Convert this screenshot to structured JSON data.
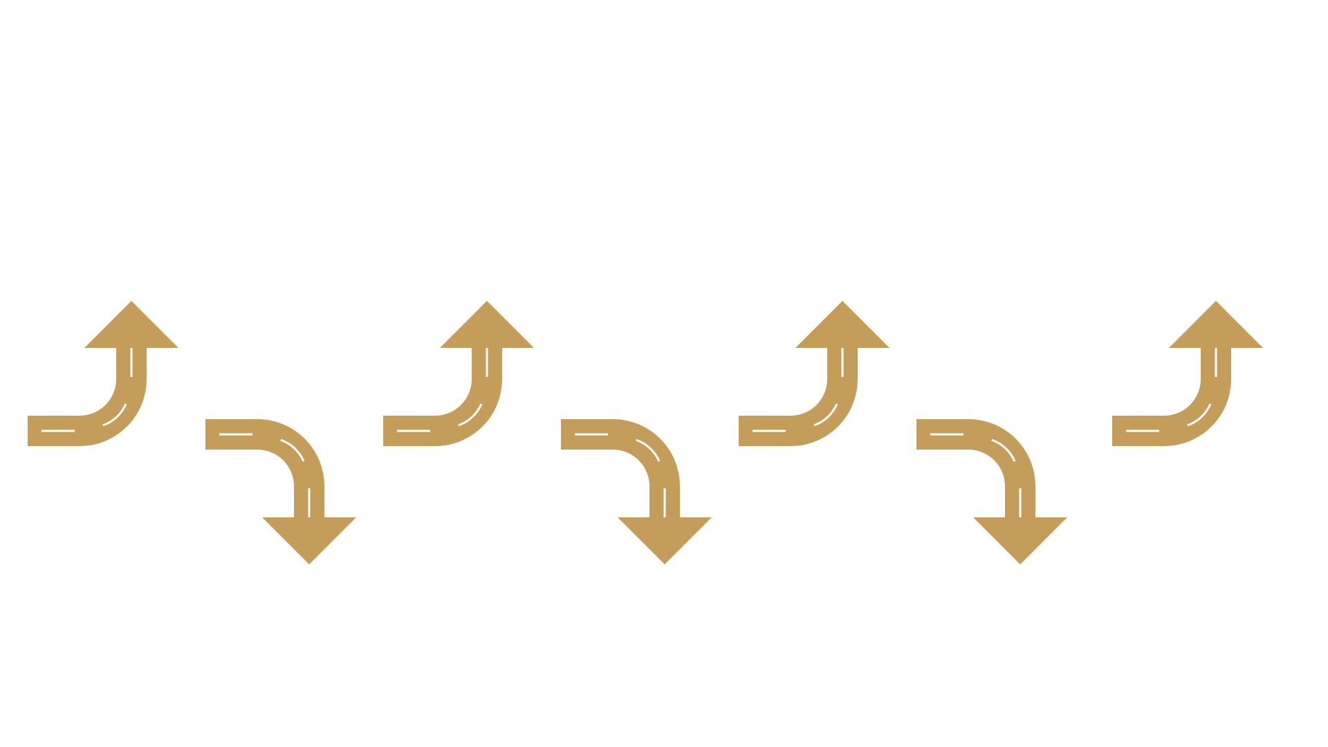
{
  "diagram": {
    "background_color": "#ffffff",
    "arrow_color": "#C49D5B",
    "lane_mark_color": "#ffffff",
    "arrows": [
      {
        "name": "arrow-1",
        "icon": "curved-arrow-up-icon",
        "direction": "up"
      },
      {
        "name": "arrow-2",
        "icon": "curved-arrow-down-icon",
        "direction": "down"
      },
      {
        "name": "arrow-3",
        "icon": "curved-arrow-up-icon",
        "direction": "up"
      },
      {
        "name": "arrow-4",
        "icon": "curved-arrow-down-icon",
        "direction": "down"
      },
      {
        "name": "arrow-5",
        "icon": "curved-arrow-up-icon",
        "direction": "up"
      },
      {
        "name": "arrow-6",
        "icon": "curved-arrow-down-icon",
        "direction": "down"
      },
      {
        "name": "arrow-7",
        "icon": "curved-arrow-up-icon",
        "direction": "up"
      }
    ]
  }
}
